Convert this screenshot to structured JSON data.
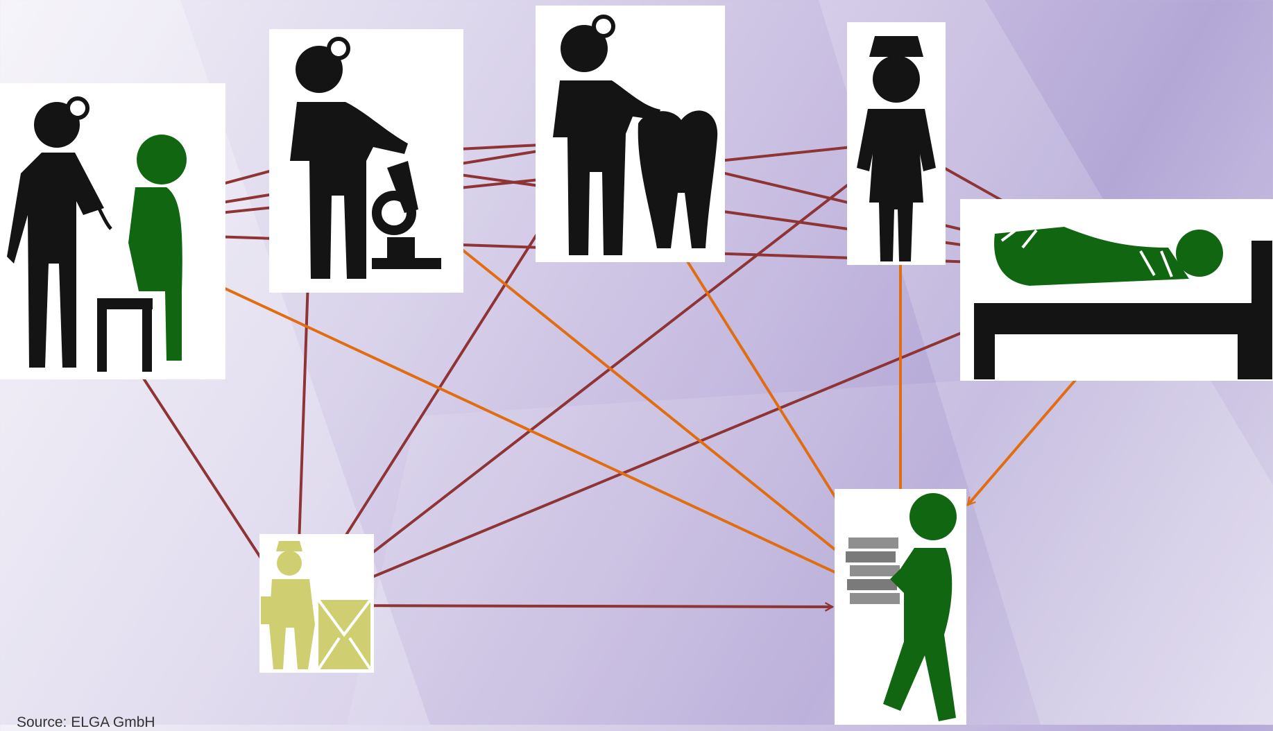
{
  "source_text": "Source: ELGA GmbH",
  "colors": {
    "link_primary": "#8e3434",
    "link_secondary": "#e06d12",
    "figure_black": "#141414",
    "figure_green": "#116611",
    "figure_olive": "#cfcf72"
  },
  "nodes": [
    {
      "id": "general-practitioner",
      "icon": "doctor-with-stethoscope-and-seated-patient-icon"
    },
    {
      "id": "lab-doctor",
      "icon": "doctor-with-microscope-icon"
    },
    {
      "id": "dentist",
      "icon": "dentist-with-tooth-icon"
    },
    {
      "id": "nurse",
      "icon": "nurse-icon"
    },
    {
      "id": "hospital",
      "icon": "patient-in-hospital-bed-icon"
    },
    {
      "id": "mail-carrier",
      "icon": "mail-carrier-with-letter-icon"
    },
    {
      "id": "patient-carrying-records",
      "icon": "person-carrying-documents-icon"
    }
  ]
}
